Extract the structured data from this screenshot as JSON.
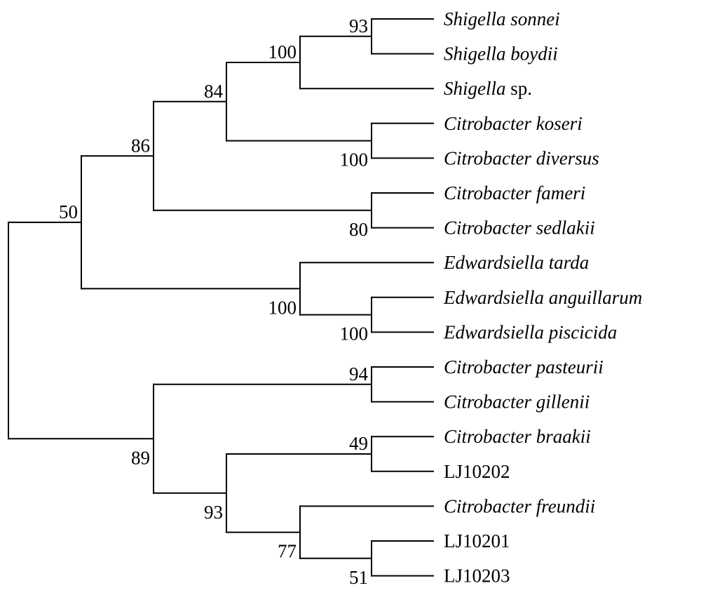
{
  "taxa": [
    {
      "id": "t1",
      "genus": "Shigella",
      "epithet": "sonnei",
      "plain": ""
    },
    {
      "id": "t2",
      "genus": "Shigella",
      "epithet": "boydii",
      "plain": ""
    },
    {
      "id": "t3",
      "genus": "Shigella",
      "epithet": "",
      "plain": "sp."
    },
    {
      "id": "t4",
      "genus": "Citrobacter",
      "epithet": "koseri",
      "plain": ""
    },
    {
      "id": "t5",
      "genus": "Citrobacter",
      "epithet": "diversus",
      "plain": ""
    },
    {
      "id": "t6",
      "genus": "Citrobacter",
      "epithet": "fameri",
      "plain": ""
    },
    {
      "id": "t7",
      "genus": "Citrobacter",
      "epithet": "sedlakii",
      "plain": ""
    },
    {
      "id": "t8",
      "genus": "Edwardsiella",
      "epithet": "tarda",
      "plain": ""
    },
    {
      "id": "t9",
      "genus": "Edwardsiella",
      "epithet": "anguillarum",
      "plain": ""
    },
    {
      "id": "t10",
      "genus": "Edwardsiella",
      "epithet": "piscicida",
      "plain": ""
    },
    {
      "id": "t11",
      "genus": "Citrobacter",
      "epithet": "pasteurii",
      "plain": ""
    },
    {
      "id": "t12",
      "genus": "Citrobacter",
      "epithet": "gillenii",
      "plain": ""
    },
    {
      "id": "t13",
      "genus": "Citrobacter",
      "epithet": "braakii",
      "plain": ""
    },
    {
      "id": "t14",
      "genus": "",
      "epithet": "",
      "plain": "LJ10202"
    },
    {
      "id": "t15",
      "genus": "Citrobacter",
      "epithet": "freundii",
      "plain": ""
    },
    {
      "id": "t16",
      "genus": "",
      "epithet": "",
      "plain": "LJ10201"
    },
    {
      "id": "t17",
      "genus": "",
      "epithet": "",
      "plain": "LJ10203"
    }
  ],
  "tree": {
    "support": "50",
    "children": [
      {
        "support": "86",
        "children": [
          {
            "support": "84",
            "children": [
              {
                "support": "100",
                "children": [
                  {
                    "support": "93",
                    "children": [
                      {
                        "taxon": "t1"
                      },
                      {
                        "taxon": "t2"
                      }
                    ]
                  },
                  {
                    "taxon": "t3"
                  }
                ]
              },
              {
                "support": "100",
                "children": [
                  {
                    "taxon": "t4"
                  },
                  {
                    "taxon": "t5"
                  }
                ]
              }
            ]
          },
          {
            "support": "80",
            "children": [
              {
                "taxon": "t6"
              },
              {
                "taxon": "t7"
              }
            ]
          }
        ]
      },
      {
        "support": "100",
        "children": [
          {
            "taxon": "t8"
          },
          {
            "support": "100",
            "children": [
              {
                "taxon": "t9"
              },
              {
                "taxon": "t10"
              }
            ]
          }
        ]
      }
    ]
  },
  "tree2": {
    "support": "89",
    "children": [
      {
        "support": "94",
        "children": [
          {
            "taxon": "t11"
          },
          {
            "taxon": "t12"
          }
        ]
      },
      {
        "support": "93",
        "children": [
          {
            "support": "49",
            "children": [
              {
                "taxon": "t13"
              },
              {
                "taxon": "t14"
              }
            ]
          },
          {
            "support": "77",
            "children": [
              {
                "taxon": "t15"
              },
              {
                "support": "51",
                "children": [
                  {
                    "taxon": "t16"
                  },
                  {
                    "taxon": "t17"
                  }
                ]
              }
            ]
          }
        ]
      }
    ]
  }
}
